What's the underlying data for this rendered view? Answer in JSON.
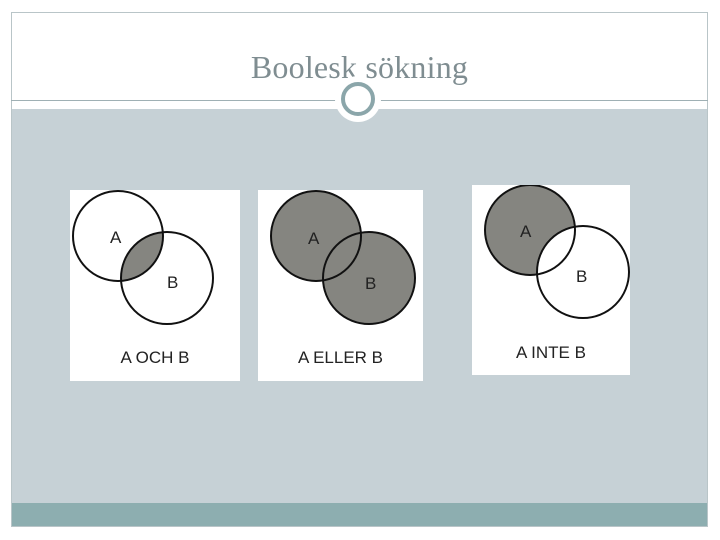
{
  "slide": {
    "title": "Boolesk sökning"
  },
  "diagrams": [
    {
      "set_a": "A",
      "set_b": "B",
      "caption": "A OCH B",
      "shaded": "intersection"
    },
    {
      "set_a": "A",
      "set_b": "B",
      "caption": "A ELLER B",
      "shaded": "union"
    },
    {
      "set_a": "A",
      "set_b": "B",
      "caption": "A INTE B",
      "shaded": "A minus B"
    }
  ],
  "colors": {
    "title_text": "#7f8d91",
    "content_background": "#c6d1d6",
    "footer_bar": "#8daeb0",
    "ornament_ring": "#8ba6aa",
    "shading": "#858580"
  }
}
